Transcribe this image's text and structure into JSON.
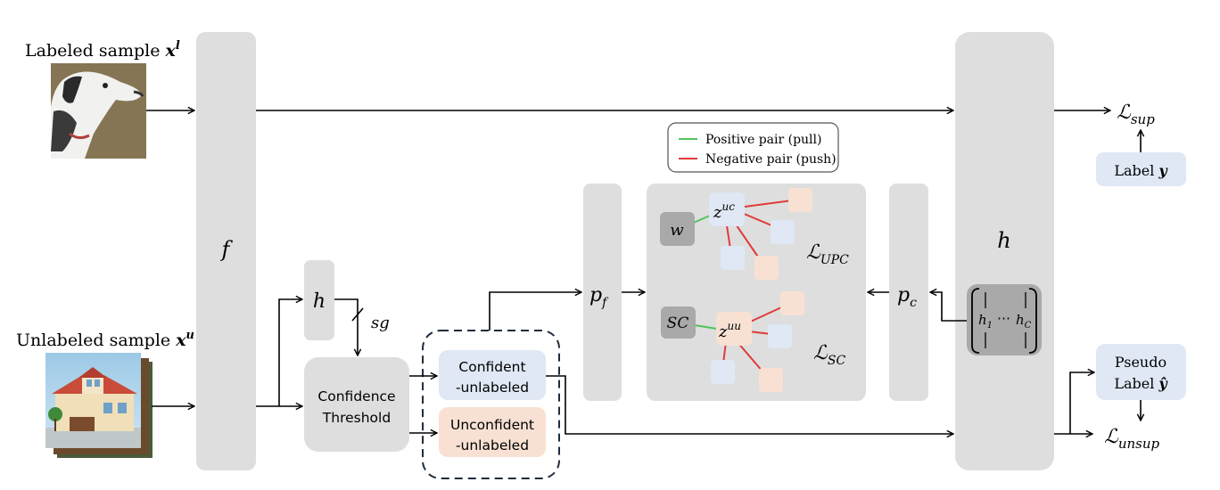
{
  "labeled_sample": {
    "text": "Labeled sample ",
    "var": "x",
    "sup": "l"
  },
  "unlabeled_sample": {
    "text": "Unlabeled sample ",
    "var": "x",
    "sup": "u"
  },
  "encoder_f": "f",
  "head_h_small": "h",
  "stop_grad": "sg",
  "head_h_big": "h",
  "confidence_threshold": {
    "line1": "Confidence",
    "line2": "Threshold"
  },
  "confident_unlabeled": {
    "line1": "Confident",
    "line2": "-unlabeled"
  },
  "unconfident_unlabeled": {
    "line1": "Unconfident",
    "line2": "-unlabeled"
  },
  "projector_pf": {
    "base": "p",
    "sub": "f"
  },
  "projector_pc": {
    "base": "p",
    "sub": "c"
  },
  "legend": {
    "positive": "Positive pair (pull)",
    "negative": "Negative pair (push)"
  },
  "node_w": "w",
  "node_sc": "SC",
  "z_uc": {
    "base": "z",
    "sup": "uc"
  },
  "z_uu": {
    "base": "z",
    "sup": "uu"
  },
  "loss_upc": {
    "base": "ℒ",
    "sub": "UPC"
  },
  "loss_sc": {
    "base": "ℒ",
    "sub": "SC"
  },
  "loss_sup": {
    "base": "ℒ",
    "sub": "sup"
  },
  "loss_unsup": {
    "base": "ℒ",
    "sub": "unsup"
  },
  "label_y": {
    "text": "Label ",
    "var": "y"
  },
  "pseudo_label": {
    "line1": "Pseudo",
    "line2": "Label ",
    "var": "ŷ"
  },
  "prototype_matrix": {
    "h1": "h",
    "h1_sub": "1",
    "dots": "⋯",
    "hc": "h",
    "hc_sub": "C"
  },
  "colors": {
    "block": "#dedede",
    "dark_block": "#a9a9a9",
    "light_blue": "#dfe8f4",
    "light_orange": "#f8e1d3",
    "positive": "#52c55a",
    "negative": "#e03a3a",
    "dashed_border": "#1f2d3d"
  }
}
